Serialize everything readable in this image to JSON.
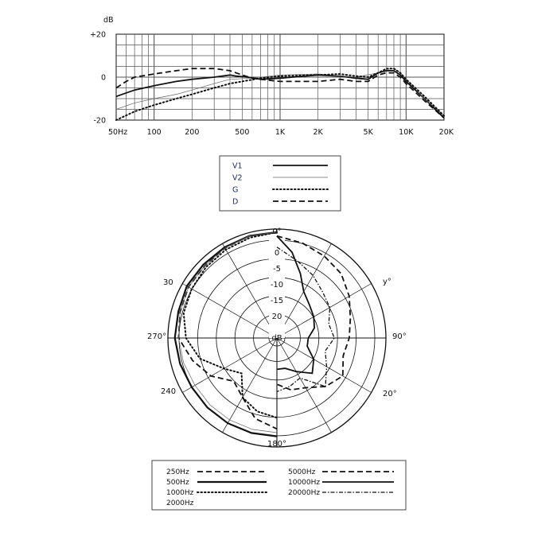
{
  "chart_data": [
    {
      "type": "line",
      "title": "",
      "ylabel": "dB",
      "x_scale": "log",
      "xlim": [
        50,
        20000
      ],
      "ylim": [
        -20,
        20
      ],
      "x_tick_labels": [
        "50Hz",
        "100",
        "200",
        "500",
        "1K",
        "2K",
        "5K",
        "10K",
        "20K"
      ],
      "y_tick_labels": [
        "+20",
        "0",
        "-20"
      ],
      "legend_position": "below",
      "series": [
        {
          "name": "V1",
          "style": "solid",
          "x": [
            50,
            70,
            100,
            150,
            200,
            300,
            400,
            450,
            550,
            700,
            1000,
            2000,
            3000,
            4000,
            5000,
            6000,
            7000,
            8000,
            9000,
            10000,
            14000,
            20000
          ],
          "y": [
            -9,
            -6,
            -4,
            -2,
            -1,
            0,
            1,
            0.5,
            0,
            -1,
            -0.5,
            1,
            0.5,
            -0.5,
            -1,
            2,
            3,
            3,
            1,
            -2,
            -10,
            -19
          ]
        },
        {
          "name": "V2",
          "style": "thin",
          "x": [
            50,
            70,
            100,
            150,
            200,
            300,
            400,
            600,
            1000,
            2000,
            4000,
            6000,
            7000,
            8000,
            9000,
            10000,
            14000,
            20000
          ],
          "y": [
            -15,
            -12,
            -10,
            -8,
            -6,
            -3,
            -1,
            -0.5,
            1,
            1.5,
            0,
            2,
            3.5,
            4,
            2,
            -1,
            -10,
            -18
          ]
        },
        {
          "name": "G",
          "style": "dotted",
          "x": [
            50,
            70,
            100,
            150,
            200,
            300,
            400,
            500,
            700,
            1000,
            2000,
            3000,
            4000,
            5000,
            6000,
            7000,
            8000,
            9000,
            10000,
            14000,
            20000
          ],
          "y": [
            -20,
            -16,
            -13,
            -10,
            -8,
            -5,
            -3,
            -2,
            -0.5,
            0.5,
            1,
            1.5,
            0.5,
            0,
            2,
            4,
            4,
            2,
            -1,
            -9,
            -18
          ]
        },
        {
          "name": "D",
          "style": "dashed",
          "x": [
            50,
            60,
            70,
            100,
            150,
            200,
            300,
            400,
            500,
            600,
            700,
            1000,
            2000,
            3000,
            4000,
            5000,
            6000,
            7000,
            8000,
            9000,
            10000,
            14000,
            20000
          ],
          "y": [
            -5,
            -2,
            0,
            1.5,
            3,
            4,
            4,
            3,
            1,
            -0.5,
            -1,
            -2,
            -2,
            -1,
            -2,
            -2,
            1,
            2,
            2,
            0,
            -3,
            -11,
            -19
          ]
        }
      ]
    },
    {
      "type": "polar",
      "title": "",
      "center_label": "dB",
      "radial_tick_labels": [
        "0",
        "-5",
        "-10",
        "-15",
        "20"
      ],
      "angle_labels": [
        "0°",
        "30",
        "90°",
        "270°",
        "240",
        "180°",
        "20°",
        "y°"
      ],
      "angle_unit": "degrees",
      "legend_position": "below",
      "series": [
        {
          "name": "250Hz",
          "side": "left",
          "style": "dashed",
          "angles": [
            0,
            15,
            30,
            45,
            60,
            75,
            90,
            105,
            120,
            135,
            150,
            165,
            180
          ],
          "levels": [
            0,
            0,
            -0.5,
            -1,
            -1,
            -1.5,
            -2,
            -5,
            -8,
            -12,
            -10,
            -6,
            -4
          ]
        },
        {
          "name": "500Hz",
          "side": "left",
          "style": "solid-bold",
          "angles": [
            0,
            15,
            30,
            45,
            60,
            75,
            90,
            105,
            120,
            135,
            150,
            165,
            180
          ],
          "levels": [
            0,
            0,
            -0.3,
            -0.5,
            -0.5,
            -1,
            -1,
            -1.5,
            -2,
            -2,
            -2,
            -2,
            -2
          ]
        },
        {
          "name": "1000Hz",
          "side": "left",
          "style": "dotted",
          "angles": [
            0,
            15,
            30,
            45,
            60,
            75,
            90,
            105,
            120,
            135,
            150,
            165,
            180
          ],
          "levels": [
            0,
            -0.5,
            -1,
            -1.5,
            -2,
            -2.5,
            -4,
            -7,
            -12,
            -15,
            -10,
            -8,
            -7
          ]
        },
        {
          "name": "2000Hz",
          "side": "left",
          "style": "thin",
          "angles": [
            0,
            15,
            30,
            45,
            60,
            75,
            90,
            105,
            120,
            135,
            150,
            165,
            180
          ],
          "levels": [
            0,
            0,
            -0.5,
            -1,
            -1,
            -1.5,
            -2,
            -2.5,
            -3,
            -3,
            -3,
            -3,
            -3
          ]
        },
        {
          "name": "5000Hz",
          "side": "right",
          "style": "dashed",
          "angles": [
            0,
            15,
            30,
            45,
            60,
            75,
            90,
            105,
            120,
            135,
            150,
            165,
            180
          ],
          "levels": [
            -1,
            -2,
            -3,
            -4,
            -6,
            -8,
            -9,
            -10,
            -8,
            -10,
            -13,
            -14,
            -16
          ]
        },
        {
          "name": "10000Hz",
          "side": "right",
          "style": "solid",
          "angles": [
            0,
            10,
            20,
            30,
            45,
            60,
            75,
            90,
            105,
            120,
            135,
            150,
            165,
            180
          ],
          "levels": [
            -1,
            -5,
            -10,
            -14,
            -16,
            -17,
            -18,
            -20,
            -20,
            -17,
            -15,
            -18,
            -20,
            -20
          ]
        },
        {
          "name": "20000Hz",
          "side": "right",
          "style": "dash-dot",
          "angles": [
            0,
            15,
            30,
            45,
            60,
            75,
            90,
            105,
            120,
            135,
            150,
            165,
            180
          ],
          "levels": [
            -4,
            -7,
            -9,
            -11,
            -12,
            -14,
            -13,
            -15,
            -13,
            -10,
            -16,
            -15,
            -14
          ]
        }
      ]
    }
  ],
  "colors": {
    "ink": "#111111",
    "grid": "#555555",
    "legend_text": "#1b2b6e",
    "border": "#444444"
  }
}
